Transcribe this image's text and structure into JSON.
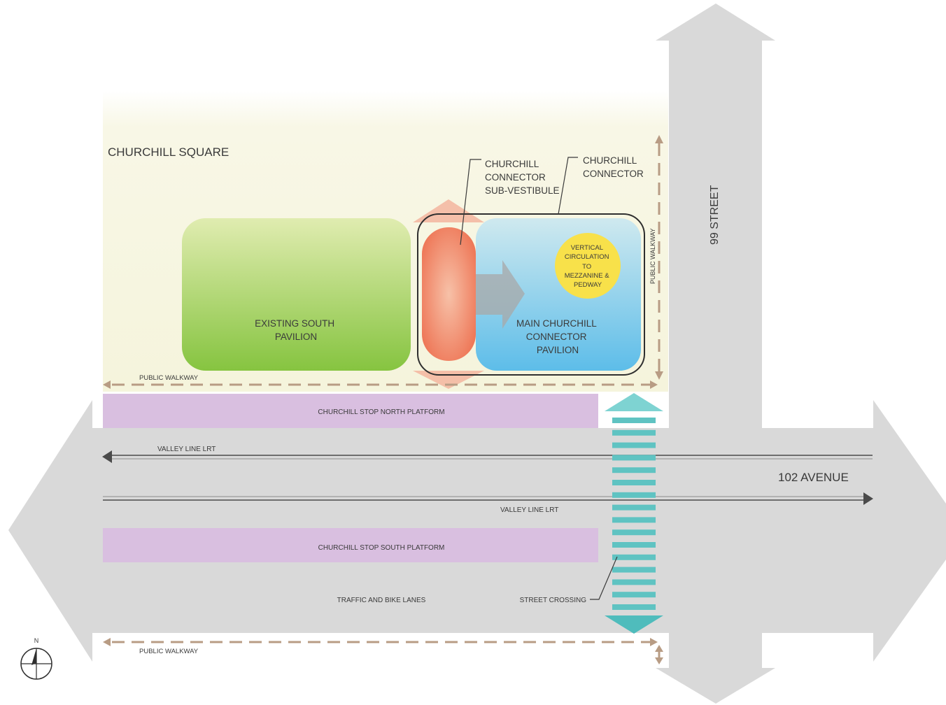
{
  "labels": {
    "churchill_square": "CHURCHILL SQUARE",
    "sub_vestibule": [
      "CHURCHILL",
      "CONNECTOR",
      "SUB-VESTIBULE"
    ],
    "connector": [
      "CHURCHILL",
      "CONNECTOR"
    ],
    "existing_south_pavilion": [
      "EXISTING SOUTH",
      "PAVILION"
    ],
    "main_pavilion": [
      "MAIN CHURCHILL",
      "CONNECTOR",
      "PAVILION"
    ],
    "vertical_circulation": [
      "VERTICAL",
      "CIRCULATION",
      "TO",
      "MEZZANINE &",
      "PEDWAY"
    ],
    "public_walkway_vertical": "PUBLIC WALKWAY",
    "public_walkway_north": "PUBLIC WALKWAY",
    "public_walkway_south": "PUBLIC WALKWAY",
    "street_99": "99 STREET",
    "north_platform": "CHURCHILL STOP NORTH PLATFORM",
    "south_platform": "CHURCHILL STOP SOUTH PLATFORM",
    "valley_line_west": "VALLEY LINE LRT",
    "valley_line_east": "VALLEY LINE LRT",
    "avenue_102": "102 AVENUE",
    "traffic_lanes": "TRAFFIC AND BIKE LANES",
    "street_crossing": "STREET CROSSING",
    "north": "N"
  },
  "colors": {
    "road": "#d9d9d9",
    "square_bg": "#f8f7e3",
    "existing_pavilion": "#8cc63f",
    "main_pavilion": "#6cc3ec",
    "sub_vestibule": "#ef7a5a",
    "vertical_circulation": "#f8e14a",
    "platform": "#d9bfe0",
    "walkway": "#b89c84",
    "crossing": "#5fc3c2",
    "lrt_line": "#4a4a4a"
  }
}
